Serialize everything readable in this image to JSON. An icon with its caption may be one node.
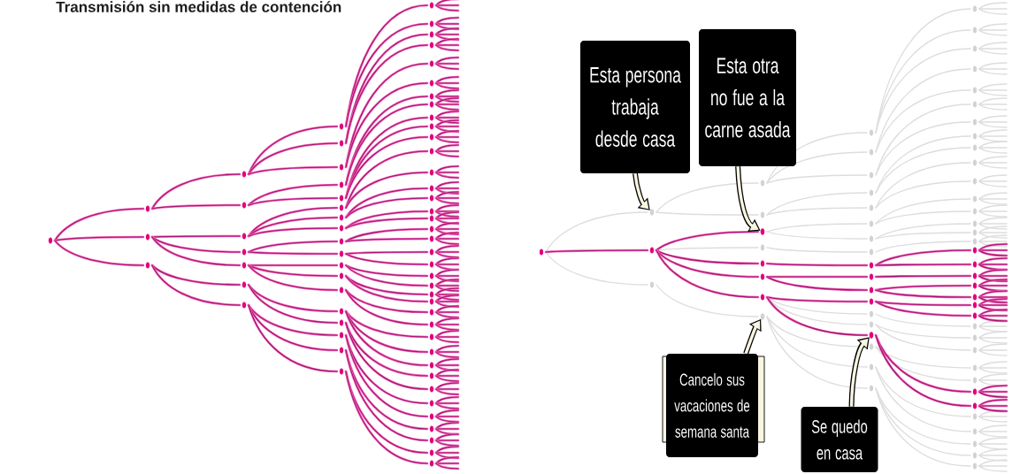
{
  "diagram": {
    "title": "Transmisión sin medidas de contención",
    "nodes": [
      {
        "text": [
          "Esta persona trabaja desde casa"
        ]
      },
      {
        "text": [
          "Esta otra no fue a la carne asada"
        ]
      },
      {
        "text": [
          "Cancelo sus vacaciones de semana santa"
        ]
      },
      {
        "text": [
          "Se quedo en casa"
        ]
      },
      {
        "text": [],
        "shape": "circle"
      },
      {
        "text": [],
        "shape": "circle"
      },
      {
        "text": [],
        "shape": "circle"
      },
      {
        "text": [],
        "shape": "circle"
      }
    ],
    "edges": [
      {
        "from": 0,
        "to": 4,
        "arrow": "to"
      },
      {
        "from": 1,
        "to": 5,
        "arrow": "to"
      },
      {
        "from": 2,
        "to": 6,
        "arrow": "to"
      },
      {
        "from": 3,
        "to": 7,
        "arrow": "to"
      }
    ]
  }
}
